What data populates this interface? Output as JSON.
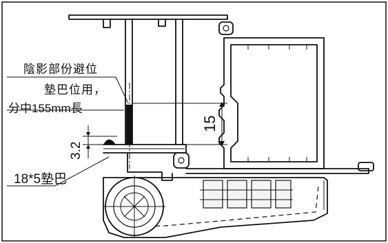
{
  "annotations": {
    "shadow_note_line1": "陰影部份避位",
    "shadow_note_line2": "墊巴位用，",
    "shadow_note_line3": "分中155mm長",
    "dimension_small": "3.2",
    "dimension_main": "15",
    "pad_label": "18*5墊巴"
  }
}
